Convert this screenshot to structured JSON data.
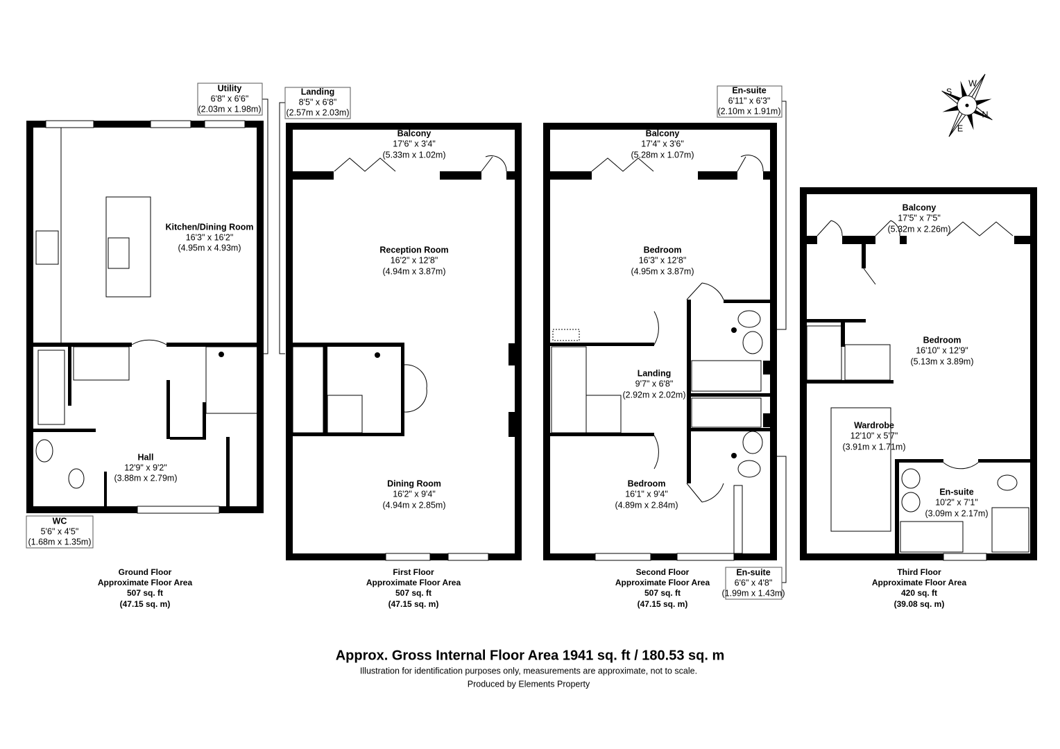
{
  "floors": [
    {
      "label": "Ground Floor",
      "area_label": "Approximate Floor Area",
      "sqft": "507 sq. ft",
      "sqm": "(47.15 sq. m)",
      "rooms": [
        {
          "name": "Kitchen/Dining Room",
          "imperial": "16'3\" x 16'2\"",
          "metric": "(4.95m x 4.93m)"
        },
        {
          "name": "Hall",
          "imperial": "12'9\" x 9'2\"",
          "metric": "(3.88m x 2.79m)"
        },
        {
          "name": "Utility",
          "imperial": "6'8\" x 6'6\"",
          "metric": "(2.03m x 1.98m)"
        },
        {
          "name": "WC",
          "imperial": "5'6\" x 4'5\"",
          "metric": "(1.68m x 1.35m)"
        }
      ]
    },
    {
      "label": "First Floor",
      "area_label": "Approximate Floor Area",
      "sqft": "507 sq. ft",
      "sqm": "(47.15 sq. m)",
      "rooms": [
        {
          "name": "Balcony",
          "imperial": "17'6\" x 3'4\"",
          "metric": "(5.33m x 1.02m)"
        },
        {
          "name": "Reception Room",
          "imperial": "16'2\" x 12'8\"",
          "metric": "(4.94m x 3.87m)"
        },
        {
          "name": "Dining Room",
          "imperial": "16'2\" x 9'4\"",
          "metric": "(4.94m x 2.85m)"
        },
        {
          "name": "Landing",
          "imperial": "8'5\" x 6'8\"",
          "metric": "(2.57m x 2.03m)"
        }
      ]
    },
    {
      "label": "Second Floor",
      "area_label": "Approximate Floor Area",
      "sqft": "507 sq. ft",
      "sqm": "(47.15 sq. m)",
      "rooms": [
        {
          "name": "Balcony",
          "imperial": "17'4\" x 3'6\"",
          "metric": "(5.28m x 1.07m)"
        },
        {
          "name": "Bedroom",
          "imperial": "16'3\" x 12'8\"",
          "metric": "(4.95m x 3.87m)"
        },
        {
          "name": "Landing",
          "imperial": "9'7\" x 6'8\"",
          "metric": "(2.92m x 2.02m)"
        },
        {
          "name": "Bedroom",
          "imperial": "16'1\" x 9'4\"",
          "metric": "(4.89m x 2.84m)"
        },
        {
          "name": "En-suite",
          "imperial": "6'11\" x 6'3\"",
          "metric": "(2.10m x 1.91m)"
        },
        {
          "name": "En-suite",
          "imperial": "6'6\" x 4'8\"",
          "metric": "(1.99m x 1.43m)"
        }
      ]
    },
    {
      "label": "Third Floor",
      "area_label": "Approximate Floor Area",
      "sqft": "420 sq. ft",
      "sqm": "(39.08 sq. m)",
      "rooms": [
        {
          "name": "Balcony",
          "imperial": "17'5\" x 7'5\"",
          "metric": "(5.32m x 2.26m)"
        },
        {
          "name": "Bedroom",
          "imperial": "16'10\" x 12'9\"",
          "metric": "(5.13m x 3.89m)"
        },
        {
          "name": "Wardrobe",
          "imperial": "12'10\" x 5'7\"",
          "metric": "(3.91m x 1.71m)"
        },
        {
          "name": "En-suite",
          "imperial": "10'2\" x 7'1\"",
          "metric": "(3.09m x 2.17m)"
        }
      ]
    }
  ],
  "compass": {
    "n": "N",
    "e": "E",
    "s": "S",
    "w": "W"
  },
  "footer": {
    "title": "Approx. Gross Internal Floor Area 1941 sq. ft / 180.53 sq. m",
    "disclaimer": "Illustration for identification purposes only, measurements are approximate, not to scale.",
    "producer": "Produced by Elements Property"
  }
}
